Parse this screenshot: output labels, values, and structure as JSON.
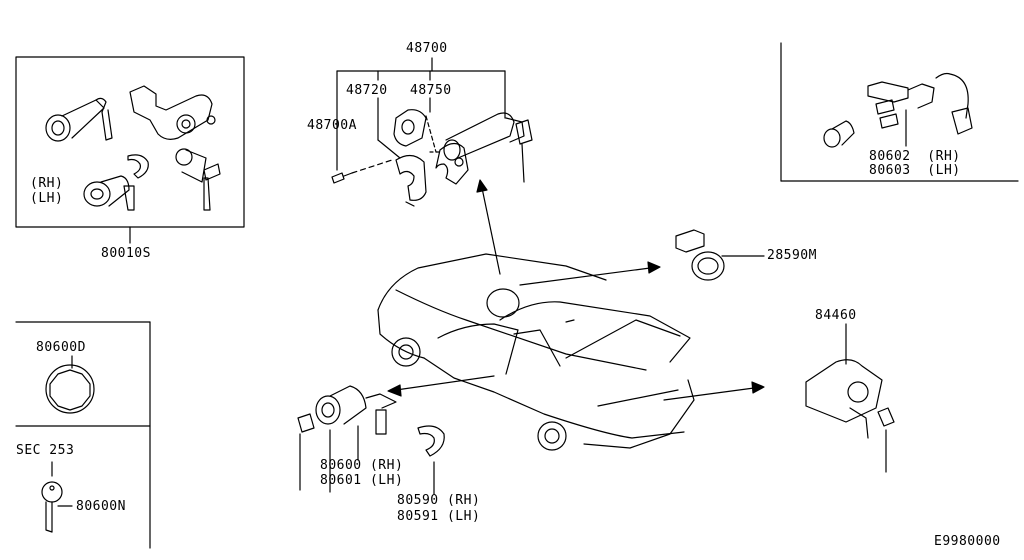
{
  "diagram": {
    "drawing_number": "E9980000",
    "labels": {
      "kit_set": "80010S",
      "cyl_48700": "48700",
      "cyl_48720": "48720",
      "cyl_48750": "48750",
      "cyl_48700A": "48700A",
      "sensor_28590M": "28590M",
      "trunk_84460": "84460",
      "door_cyl_80600": "80600 (RH)",
      "door_cyl_80601": "80601 (LH)",
      "clip_80590": "80590 (RH)",
      "clip_80591": "80591 (LH)",
      "inset_80602": "80602  (RH)",
      "inset_80603": "80603  (LH)",
      "escutcheon_80600D": "80600D",
      "sec_253": "SEC 253",
      "key_80600N": "80600N",
      "kit_rh": "(RH)",
      "kit_lh": "(LH)"
    }
  }
}
